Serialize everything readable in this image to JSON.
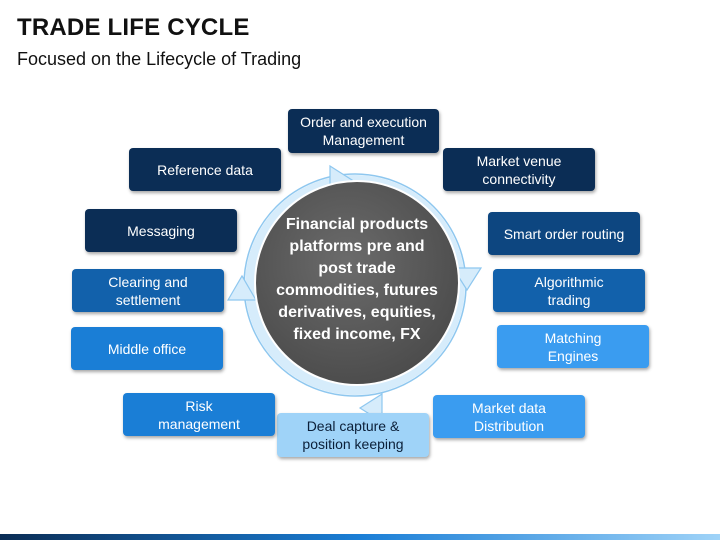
{
  "header": {
    "title": "TRADE LIFE CYCLE",
    "subtitle": "Focused on the Lifecycle of Trading"
  },
  "center": {
    "text": "Financial products\nplatforms pre and\npost trade\ncommodities, futures\nderivatives, equities,\nfixed income, FX"
  },
  "nodes": {
    "order_execution": "Order and execution\nManagement",
    "market_venue": "Market venue\nconnectivity",
    "smart_order": "Smart order routing",
    "algorithmic": "Algorithmic\ntrading",
    "matching": "Matching\nEngines",
    "market_data": "Market data\nDistribution",
    "deal_capture": "Deal capture &\nposition keeping",
    "risk": "Risk\nmanagement",
    "middle_office": "Middle office",
    "clearing": "Clearing and\nsettlement",
    "messaging": "Messaging",
    "reference": "Reference data"
  },
  "colors": {
    "darkest": "#0b2d55",
    "dark": "#0d4680",
    "mid": "#1261ab",
    "bright": "#1a7ed6",
    "light": "#3a9cf0",
    "pale": "#9fd3f8",
    "center_circle": "#5a5a5a",
    "ring_arrow": "#bfe0f7"
  }
}
